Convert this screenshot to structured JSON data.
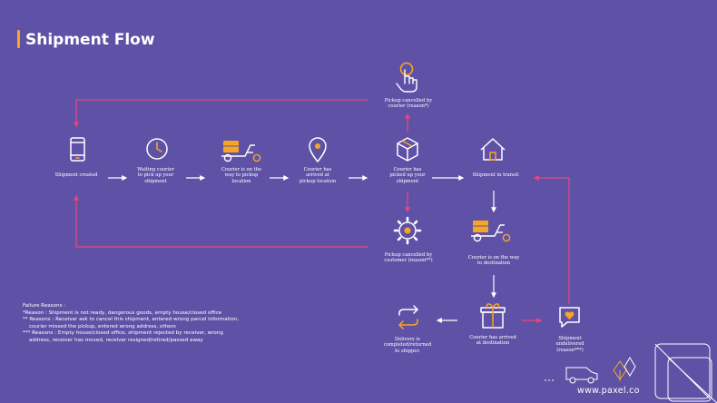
{
  "title": "Shipment Flow",
  "colors": {
    "background": "#5f52a6",
    "accent": "#f5a623",
    "failure_arrow": "#e8457a",
    "normal_arrow": "#ffffff"
  },
  "nodes": [
    {
      "key": "created",
      "icon": "smartphone-icon",
      "label": "Shipment created"
    },
    {
      "key": "waiting",
      "icon": "clock-icon",
      "label": "Waiting courier to pick up your shipment"
    },
    {
      "key": "on_way_pickup",
      "icon": "scooter-icon",
      "label": "Courier is on the way to pickup location"
    },
    {
      "key": "arrived_pickup",
      "icon": "location-pin-icon",
      "label": "Courier has arrived at pickup location"
    },
    {
      "key": "picked_up",
      "icon": "box-icon",
      "label": "Courier has picked up your shipment"
    },
    {
      "key": "in_transit",
      "icon": "house-icon",
      "label": "Shipment in transit"
    },
    {
      "key": "cancel_courier",
      "icon": "hand-pointer-icon",
      "label": "Pickup cancelled by courier (reason*)"
    },
    {
      "key": "cancel_customer",
      "icon": "gear-icon",
      "label": "Pickup cancelled by customer (reason**)"
    },
    {
      "key": "on_way_destination",
      "icon": "scooter-icon",
      "label": "Courier is on the way to destination"
    },
    {
      "key": "arrived_destination",
      "icon": "gift-icon",
      "label": "Courier has arrived at destination"
    },
    {
      "key": "undelivered",
      "icon": "chat-heart-icon",
      "label": "Shipment undelivered (reason***)"
    },
    {
      "key": "returned",
      "icon": "return-arrows-icon",
      "label": "Delivery is completed/returned to shipper."
    }
  ],
  "failure_reasons": {
    "heading": "Failure Reasons :",
    "lines": [
      "*Reason : Shipment is not ready, dangerous goods, empty house/closed office",
      "** Reasons : Receiver ask to cancel this shipment, entered wrong parcel information,",
      "courier missed the pickup, entered wrong address, others",
      "*** Reasons : Empty house/closed office, shipment rejected by receiver, wrong",
      "address, receiver has moved, receiver resigned/retired/passed away"
    ]
  },
  "footer": {
    "url": "www.paxel.co"
  }
}
